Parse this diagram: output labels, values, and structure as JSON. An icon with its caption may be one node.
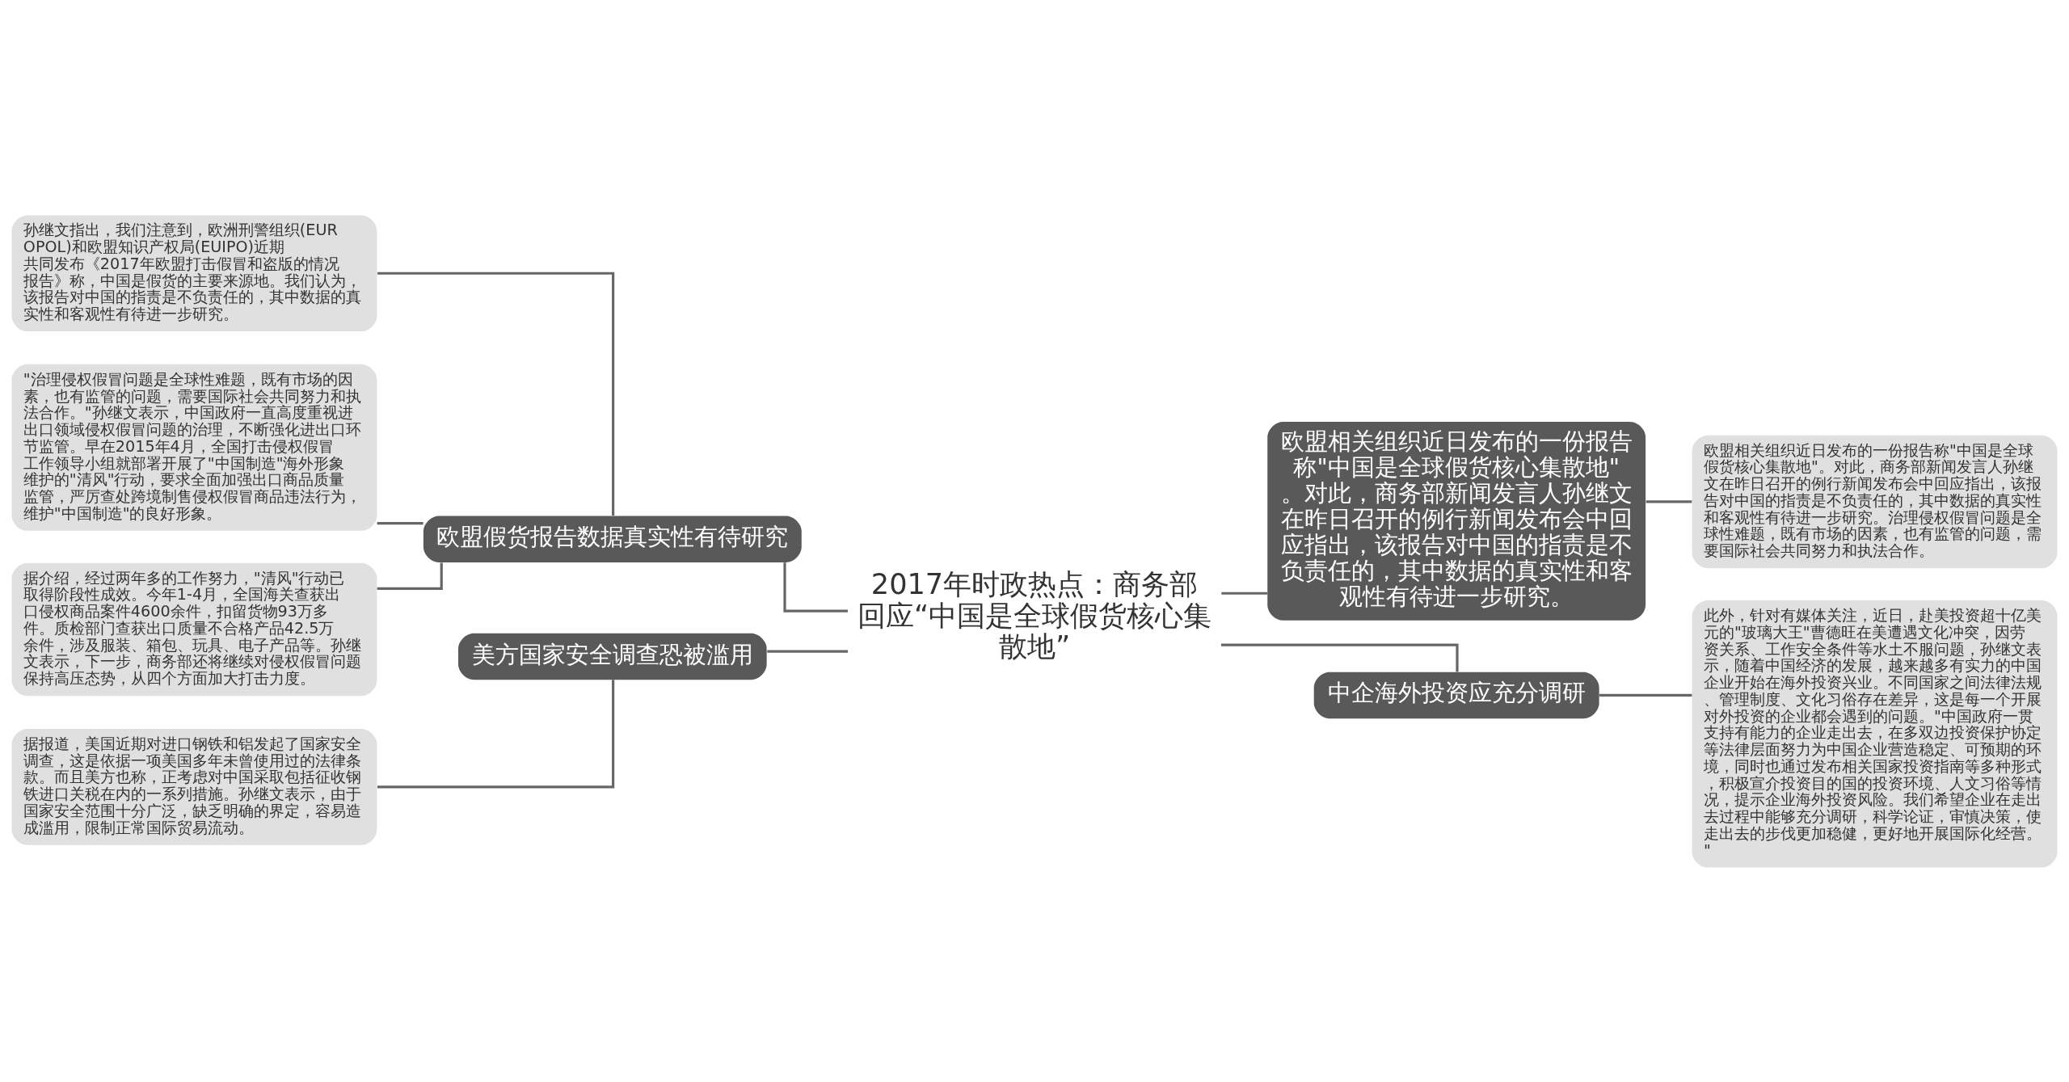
{
  "diagram": {
    "nodes": [
      {
        "text": [
          "2017年时政热点：商务部回应“中国是全球假货核心集散地”"
        ]
      },
      {
        "text": [
          "欧盟假货报告数据真实性有待研究"
        ]
      },
      {
        "text": [
          "孙继文指出，我们注意到，欧洲刑警组织(EUROPOL)和欧盟知识产权局(EUIPO)近期共同发布《2017年欧盟打击假冒和盗版的情况报告》称，中国是假货的主要来源地。我们认为，该报告对中国的指责是不负责任的，其中数据的真实性和客观性有待进一步研究。"
        ]
      },
      {
        "text": [
          "\"治理侵权假冒问题是全球性难题，既有市场的因素，也有监管的问题，需要国际社会共同努力和执法合作。\"孙继文表示，中国政府一直高度重视进出口领域侵权假冒问题的治理，不断强化进出口环节监管。早在2015年4月，全国打击侵权假冒工作领导小组就部署开展了\"中国制造\"海外形象维护的\"清风\"行动，要求全面加强出口商品质量监管，严厉查处跨境制售侵权假冒商品违法行为，维护\"中国制造\"的良好形象。"
        ]
      },
      {
        "text": [
          "据介绍，经过两年多的工作努力，\"清风\"行动已取得阶段性成效。今年1-4月，全国海关查获出口侵权商品案件4600余件，扣留货物93万多件。质检部门查获出口质量不合格产品42.5万余件，涉及服装、箱包、玩具、电子产品等。孙继文表示，下一步，商务部还将继续对侵权假冒问题保持高压态势，从四个方面加大打击力度。"
        ]
      },
      {
        "text": [
          "美方国家安全调查恐被滥用"
        ]
      },
      {
        "text": [
          "据报道，美国近期对进口钢铁和铝发起了国家安全调查，这是依据一项美国多年未曾使用过的法律条款。而且美方也称，正考虑对中国采取包括征收钢铁进口关税在内的一系列措施。孙继文表示，由于国家安全范围十分广泛，缺乏明确的界定，容易造成滥用，限制正常国际贸易流动。"
        ]
      },
      {
        "text": [
          "欧盟相关组织近日发布的一份报告称\"中国是全球假货核心集散地\"。对此，商务部新闻发言人孙继文在昨日召开的例行新闻发布会中回应指出，该报告对中国的指责是不负责任的，其中数据的真实性和客观性有待进一步研究。"
        ]
      },
      {
        "text": [
          "欧盟相关组织近日发布的一份报告称\"中国是全球假货核心集散地\"。对此，商务部新闻发言人孙继文在昨日召开的例行新闻发布会中回应指出，该报告对中国的指责是不负责任的，其中数据的真实性和客观性有待进一步研究。治理侵权假冒问题是全球性难题，既有市场的因素，也有监管的问题，需要国际社会共同努力和执法合作。"
        ]
      },
      {
        "text": [
          "中企海外投资应充分调研"
        ]
      },
      {
        "text": [
          "此外，针对有媒体关注，近日，赴美投资超十亿美元的\"玻璃大王\"曹德旺在美遭遇文化冲突，因劳资关系、工作安全条件等水土不服问题，孙继文表示，随着中国经济的发展，越来越多有实力的中国企业开始在海外投资兴业。不同国家之间法律法规、管理制度、文化习俗存在差异，这是每一个开展对外投资的企业都会遇到的问题。\"中国政府一贯支持有能力的企业走出去，在多双边投资保护协定等法律层面努力为中国企业营造稳定、可预期的环境，同时也通过发布相关国家投资指南等多种形式，积极宣介投资目的国的投资环境、人文习俗等情况，提示企业海外投资风险。我们希望企业在走出去过程中能够充分调研，科学论证，审慎决策，使走出去的步伐更加稳健，更好地开展国际化经营。\""
        ]
      }
    ],
    "edges": [
      {
        "from": 0,
        "to": 1,
        "arrow": "none"
      },
      {
        "from": 1,
        "to": 2,
        "arrow": "none"
      },
      {
        "from": 1,
        "to": 3,
        "arrow": "none"
      },
      {
        "from": 1,
        "to": 4,
        "arrow": "none"
      },
      {
        "from": 0,
        "to": 5,
        "arrow": "none"
      },
      {
        "from": 5,
        "to": 6,
        "arrow": "none"
      },
      {
        "from": 0,
        "to": 7,
        "arrow": "none"
      },
      {
        "from": 7,
        "to": 8,
        "arrow": "none"
      },
      {
        "from": 0,
        "to": 9,
        "arrow": "none"
      },
      {
        "from": 9,
        "to": 10,
        "arrow": "none"
      }
    ]
  }
}
